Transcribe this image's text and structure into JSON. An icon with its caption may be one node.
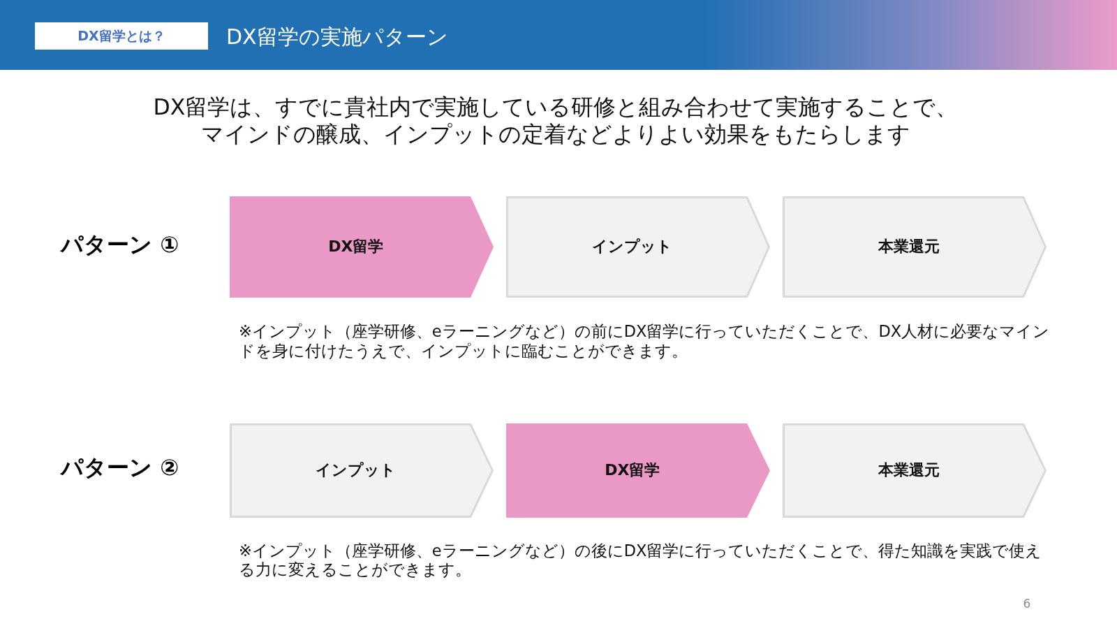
{
  "diagram": {
    "title": "DX留学の実施パターン",
    "nodes": [
      {
        "text": [
          "DX留学とは？"
        ]
      },
      {
        "text": [
          "DX留学"
        ]
      },
      {
        "text": [
          "インプット"
        ]
      },
      {
        "text": [
          "本業還元"
        ]
      },
      {
        "text": [
          "インプット"
        ]
      },
      {
        "text": [
          "DX留学"
        ]
      },
      {
        "text": [
          "本業還元"
        ]
      }
    ],
    "labels": [
      "DX留学は、すでに貴社内で実施している研修と組み合わせて実施することで、マインドの醸成、インプットの定着などよりよい効果をもたらします",
      "パターン ①",
      "※インプット（座学研修、eラーニングなど）の前にDX留学に行っていただくことで、DX人材に必要なマインドを身に付けたうえで、インプットに臨むことができます。",
      "パターン ②",
      "※インプット（座学研修、eラーニングなど）の後にDX留学に行っていただくことで、得た知識を実践で使える力に変えることができます。",
      "6"
    ]
  }
}
